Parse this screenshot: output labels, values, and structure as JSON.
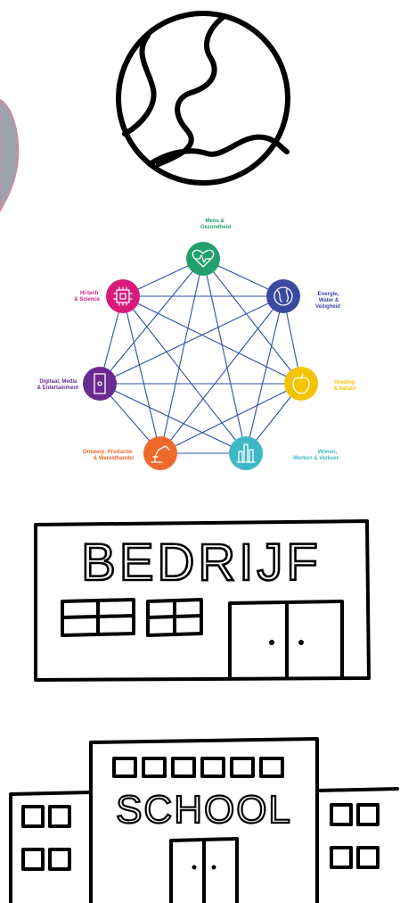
{
  "globe": {
    "icon": "globe-icon"
  },
  "network": {
    "line_color": "#2f4fa3",
    "nodes": [
      {
        "id": "mens",
        "lines": [
          "Mens &",
          "Gezondheid"
        ],
        "color": "#22a06b",
        "icon": "heart-pulse-icon"
      },
      {
        "id": "energie",
        "lines": [
          "Energie,",
          "Water &",
          "Veiligheid"
        ],
        "color": "#3a4aa0",
        "icon": "globe-icon"
      },
      {
        "id": "voeding",
        "lines": [
          "Voeding",
          "& Natuur"
        ],
        "color": "#f4c400",
        "icon": "apple-icon"
      },
      {
        "id": "wonen",
        "lines": [
          "Wonen,",
          "Werken & Verkeer"
        ],
        "color": "#3fb8c6",
        "icon": "city-icon"
      },
      {
        "id": "ontwerp",
        "lines": [
          "Ontwerp, Productie",
          "& Wereldhandel"
        ],
        "color": "#ee6a2a",
        "icon": "robot-arm-icon"
      },
      {
        "id": "digitaal",
        "lines": [
          "Digitaal, Media",
          "& Entertainment"
        ],
        "color": "#6a2a8f",
        "icon": "phone-icon"
      },
      {
        "id": "hitech",
        "lines": [
          "Hi-tech",
          "& Science"
        ],
        "color": "#d81b7b",
        "icon": "chip-icon"
      }
    ]
  },
  "company": {
    "sign": "BEDRIJF",
    "icon": "company-building-icon"
  },
  "school": {
    "sign": "SCHOOL",
    "icon": "school-building-icon"
  }
}
